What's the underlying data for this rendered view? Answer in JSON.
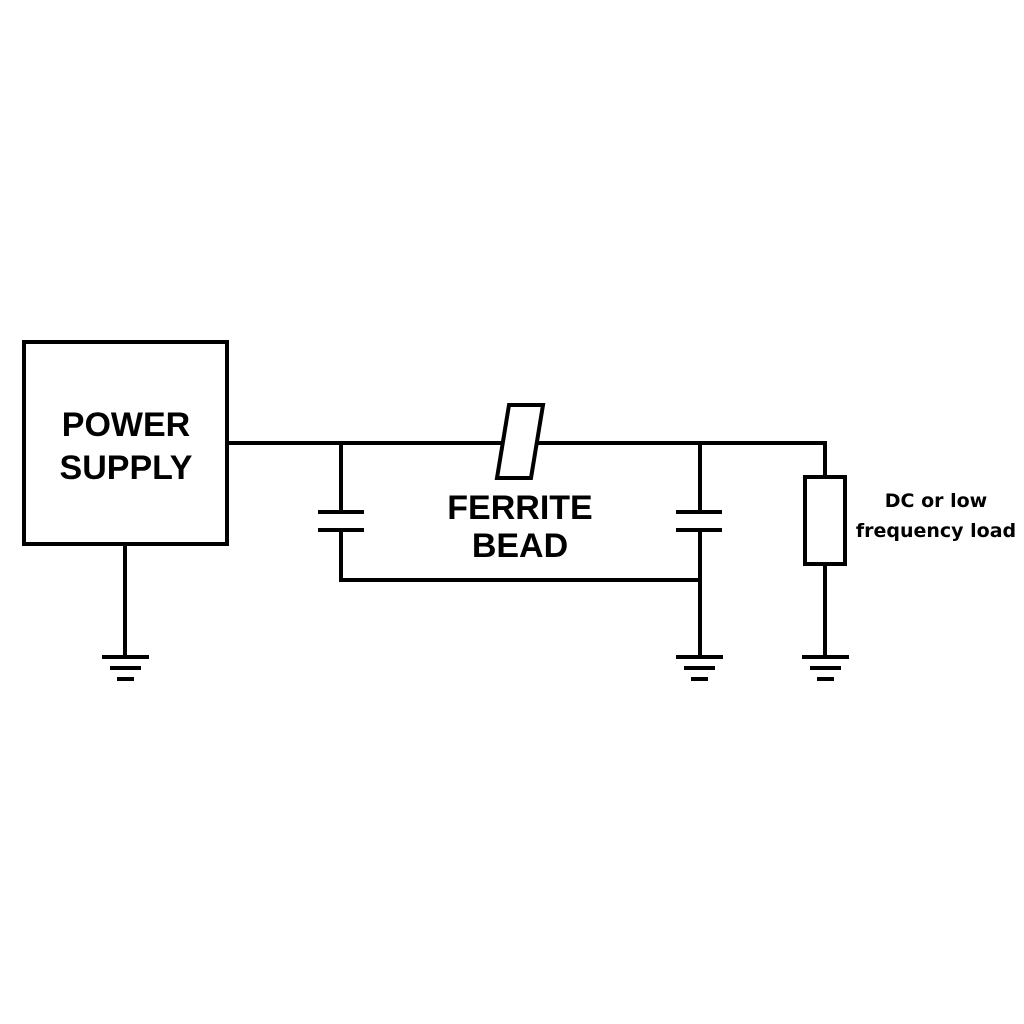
{
  "diagram": {
    "type": "circuit-schematic",
    "components": {
      "power_supply": {
        "label_line1": "POWER",
        "label_line2": "SUPPLY"
      },
      "ferrite_bead": {
        "label_line1": "FERRITE",
        "label_line2": "BEAD"
      },
      "load": {
        "label_line1": "DC or low",
        "label_line2": "frequency load"
      },
      "capacitors": [
        {
          "id": "input-capacitor"
        },
        {
          "id": "output-capacitor"
        }
      ],
      "grounds": [
        {
          "id": "power-supply-ground"
        },
        {
          "id": "capacitor-ground"
        },
        {
          "id": "load-ground"
        }
      ]
    }
  }
}
